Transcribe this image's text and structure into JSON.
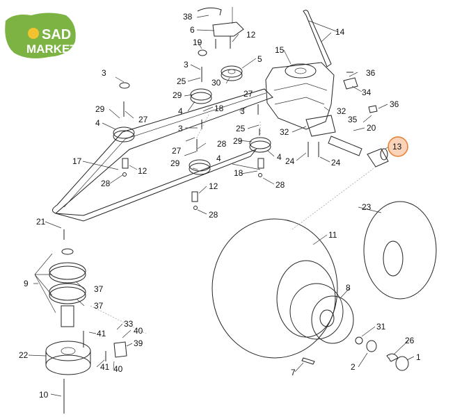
{
  "logo": {
    "line1": "SAD",
    "line2": "MARKET",
    "accent": "#7cb342"
  },
  "highlight_color": "#e77b2e",
  "labels": {
    "l38": "38",
    "l6": "6",
    "l12a": "12",
    "l19": "19",
    "l3a": "3",
    "l5": "5",
    "l14": "14",
    "l15": "15",
    "l36a": "36",
    "l34": "34",
    "l36b": "36",
    "l3b": "3",
    "l25a": "25",
    "l30": "30",
    "l29a": "29",
    "l4a": "4",
    "l29b": "29",
    "l27a": "27",
    "l4b": "4",
    "l18a": "18",
    "l3c": "3",
    "l27b": "27",
    "l25b": "25",
    "l32a": "32",
    "l35": "35",
    "l32b": "32",
    "l20": "20",
    "l13": "13",
    "l3d": "3",
    "l28a": "28",
    "l27c": "27",
    "l29c": "29",
    "l4c": "4",
    "l29d": "29",
    "l4d": "4",
    "l24a": "24",
    "l24b": "24",
    "l17": "17",
    "l12b": "12",
    "l28b": "28",
    "l18b": "18",
    "l28c": "28",
    "l12c": "12",
    "l28d": "28",
    "l23": "23",
    "l21": "21",
    "l11": "11",
    "l9": "9",
    "l37a": "37",
    "l37b": "37",
    "l8": "8",
    "l41a": "41",
    "l33": "33",
    "l40a": "40",
    "l39": "39",
    "l31": "31",
    "l22": "22",
    "l41b": "41",
    "l40b": "40",
    "l26": "26",
    "l1": "1",
    "l2": "2",
    "l7": "7",
    "l10": "10"
  }
}
